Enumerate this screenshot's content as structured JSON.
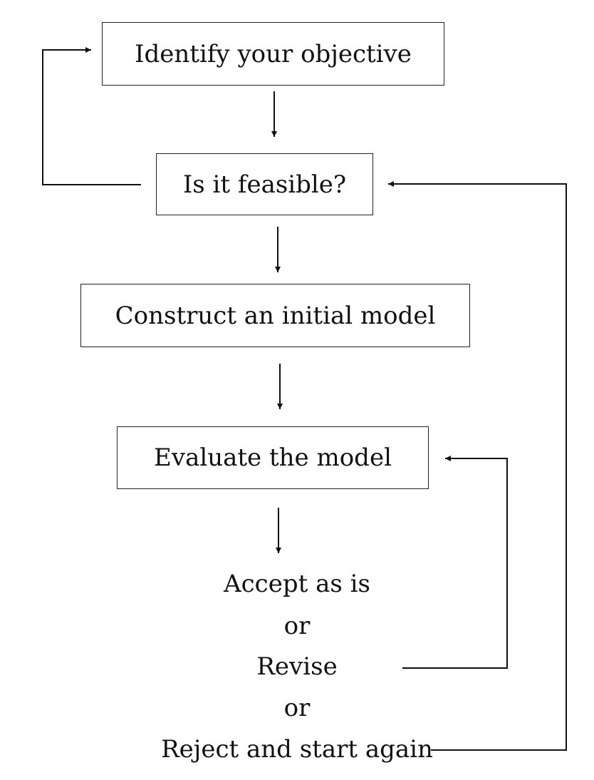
{
  "flowchart": {
    "steps": [
      "Identify your objective",
      "Is it feasible?",
      "Construct an initial model",
      "Evaluate the model"
    ],
    "options": [
      "Accept as is",
      "or",
      "Revise",
      "or",
      "Reject and start again"
    ]
  },
  "colors": {
    "line": "#111111",
    "box_border": "#222222",
    "background": "#ffffff"
  }
}
